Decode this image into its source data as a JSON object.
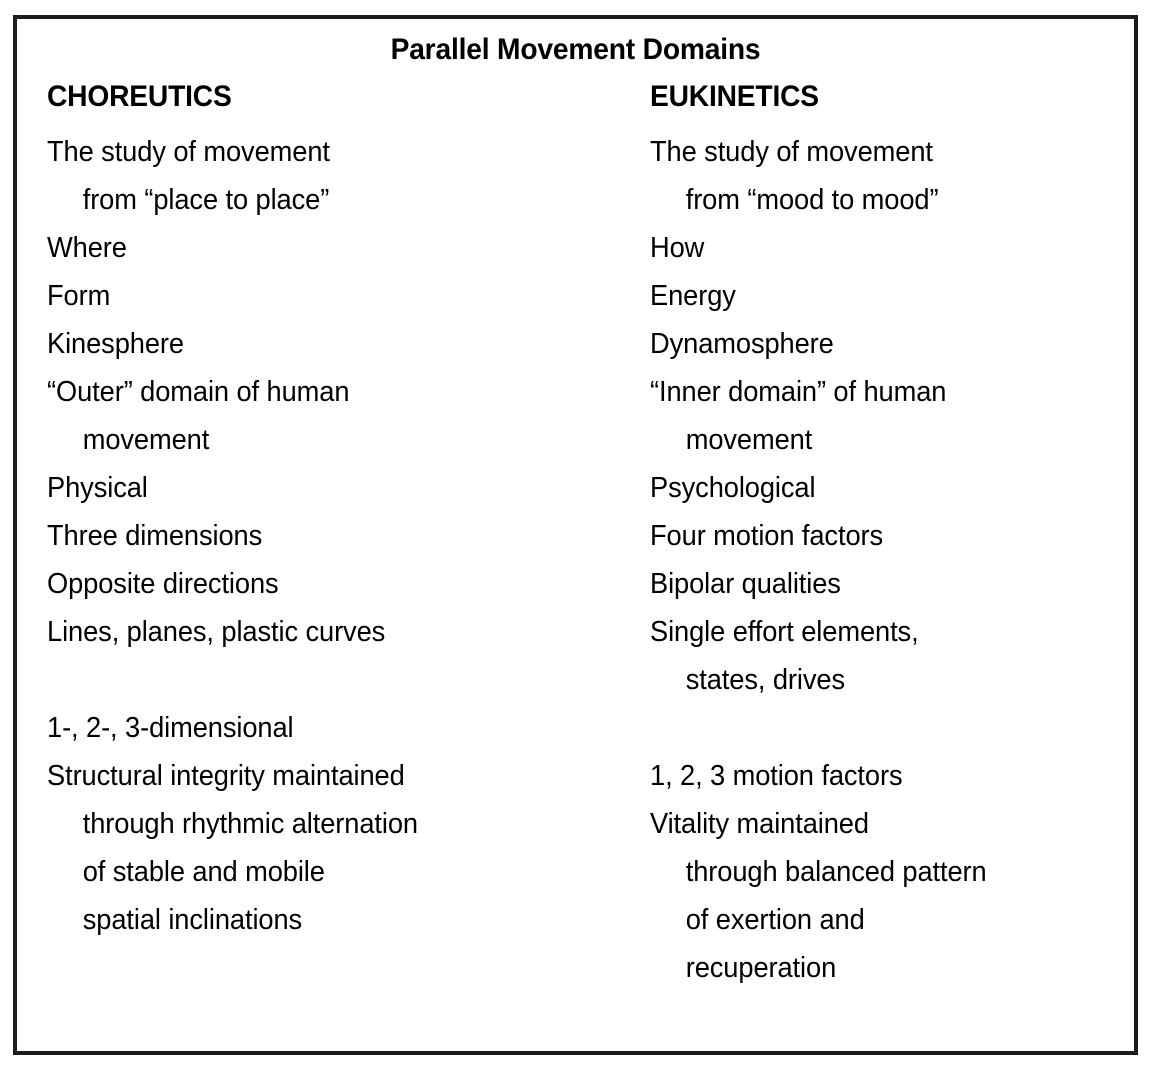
{
  "figure": {
    "title": "Parallel Movement Domains",
    "border_color": "#1c1c1c",
    "background_color": "#ffffff",
    "text_color": "#000000"
  },
  "columns": {
    "left": {
      "header": "CHOREUTICS",
      "rows": [
        "The study of movement\nfrom “place to place”",
        "Where",
        "Form",
        "Kinesphere",
        "“Outer” domain of human\nmovement",
        "Physical",
        "Three dimensions",
        "Opposite directions",
        "Lines, planes, plastic curves",
        "1-, 2-, 3-dimensional",
        "Structural integrity maintained\nthrough rhythmic alternation\nof stable and mobile\nspatial inclinations"
      ]
    },
    "right": {
      "header": "EUKINETICS",
      "rows": [
        "The study of movement\nfrom “mood to mood”",
        "How",
        "Energy",
        "Dynamosphere",
        "“Inner domain” of human\nmovement",
        "Psychological",
        "Four motion factors",
        "Bipolar qualities",
        "Single effort elements,\nstates, drives",
        "1, 2, 3 motion factors",
        "Vitality maintained\nthrough balanced pattern\nof exertion and\nrecuperation"
      ]
    }
  }
}
